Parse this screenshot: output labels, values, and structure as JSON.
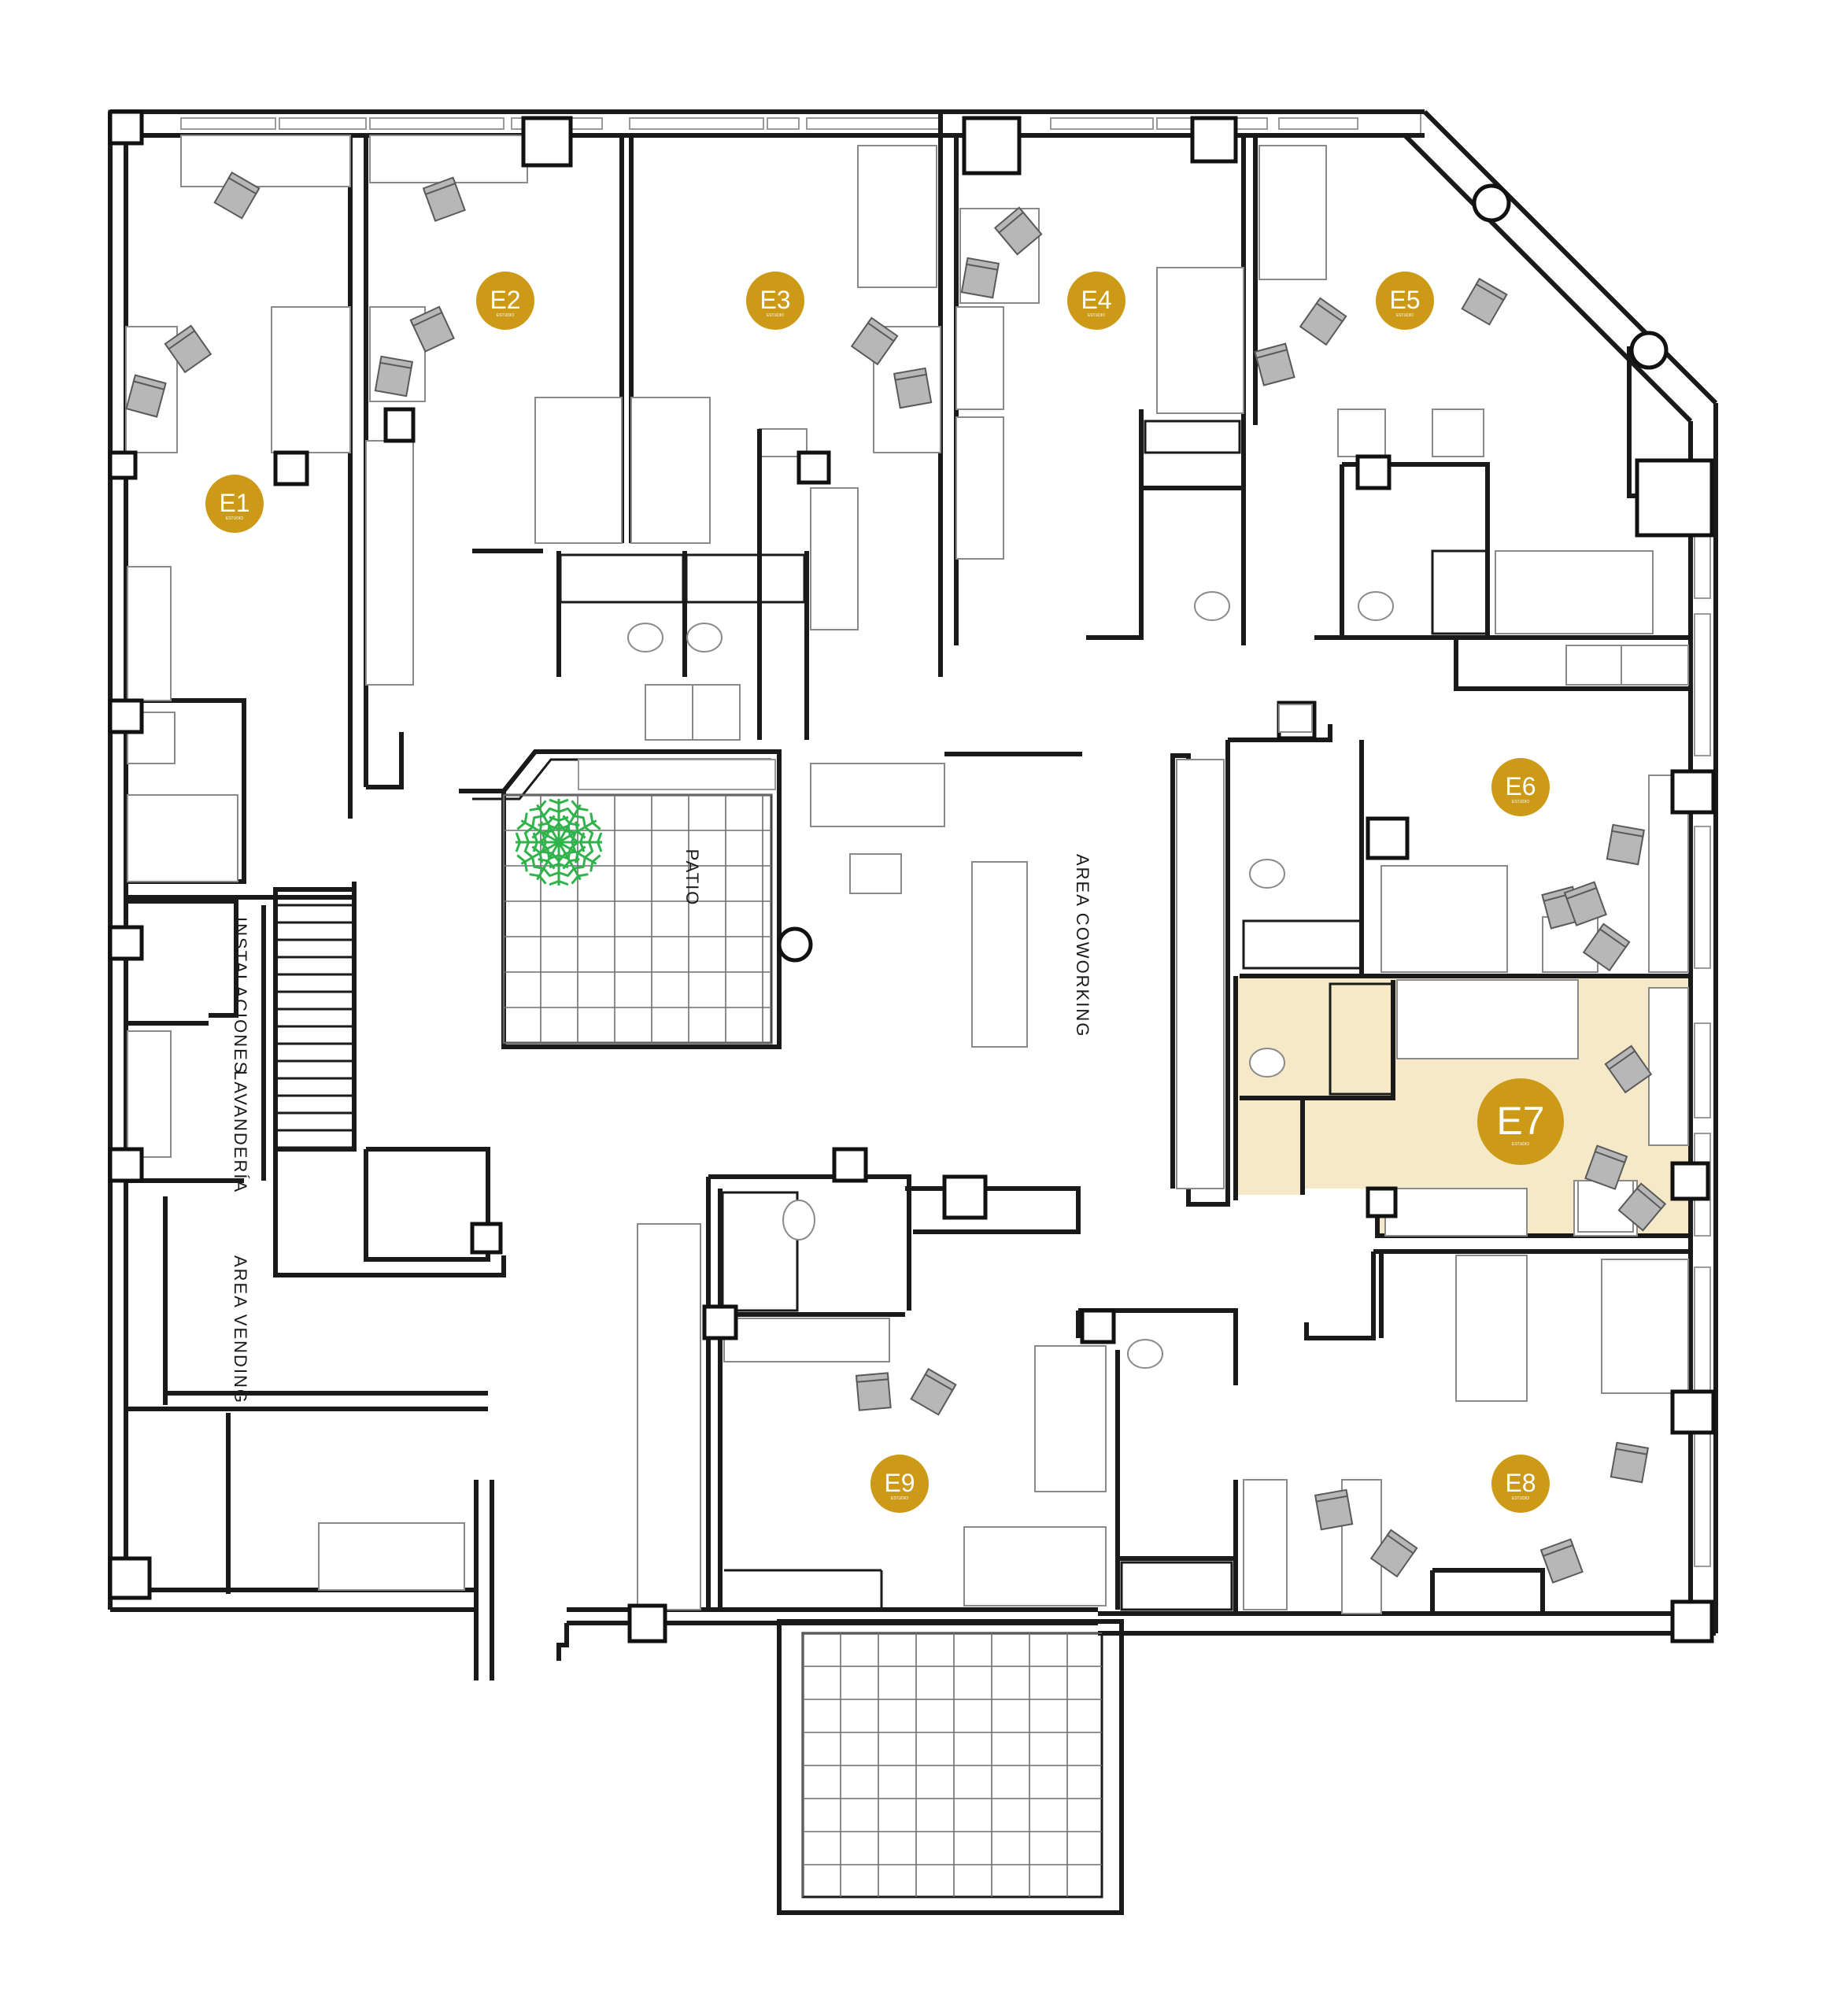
{
  "colors": {
    "badge": "#cc9a16",
    "highlight": "#f6e9c8",
    "wall": "#1a1a1a",
    "plant": "#2fb34a"
  },
  "units": [
    {
      "id": "E1",
      "label": "E1",
      "sub": "ESTUDIO"
    },
    {
      "id": "E2",
      "label": "E2",
      "sub": "ESTUDIO"
    },
    {
      "id": "E3",
      "label": "E3",
      "sub": "ESTUDIO"
    },
    {
      "id": "E4",
      "label": "E4",
      "sub": "ESTUDIO"
    },
    {
      "id": "E5",
      "label": "E5",
      "sub": "ESTUDIO"
    },
    {
      "id": "E6",
      "label": "E6",
      "sub": "ESTUDIO"
    },
    {
      "id": "E7",
      "label": "E7",
      "sub": "ESTUDIO",
      "selected": true
    },
    {
      "id": "E8",
      "label": "E8",
      "sub": "ESTUDIO"
    },
    {
      "id": "E9",
      "label": "E9",
      "sub": "ESTUDIO"
    }
  ],
  "areas": {
    "patio": "PATIO",
    "coworking": "AREA COWORKING",
    "instalaciones": "INSTALACIONES",
    "lavanderia": "LAVANDERÍA",
    "vending": "AREA VENDING"
  },
  "icons": {
    "chair": "armchair-icon",
    "plant": "palm-plant-icon",
    "column": "structural-column-icon"
  }
}
